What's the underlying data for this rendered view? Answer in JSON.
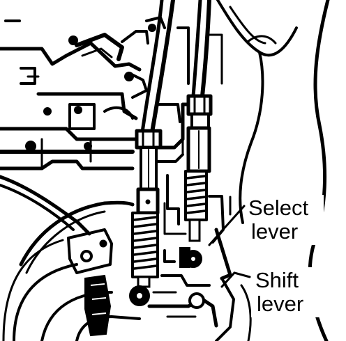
{
  "labels": {
    "select_line1": "Select",
    "select_line2": "lever",
    "shift_line1": "Shift",
    "shift_line2": "lever"
  },
  "colors": {
    "ink": "#000000",
    "paper": "#ffffff"
  }
}
